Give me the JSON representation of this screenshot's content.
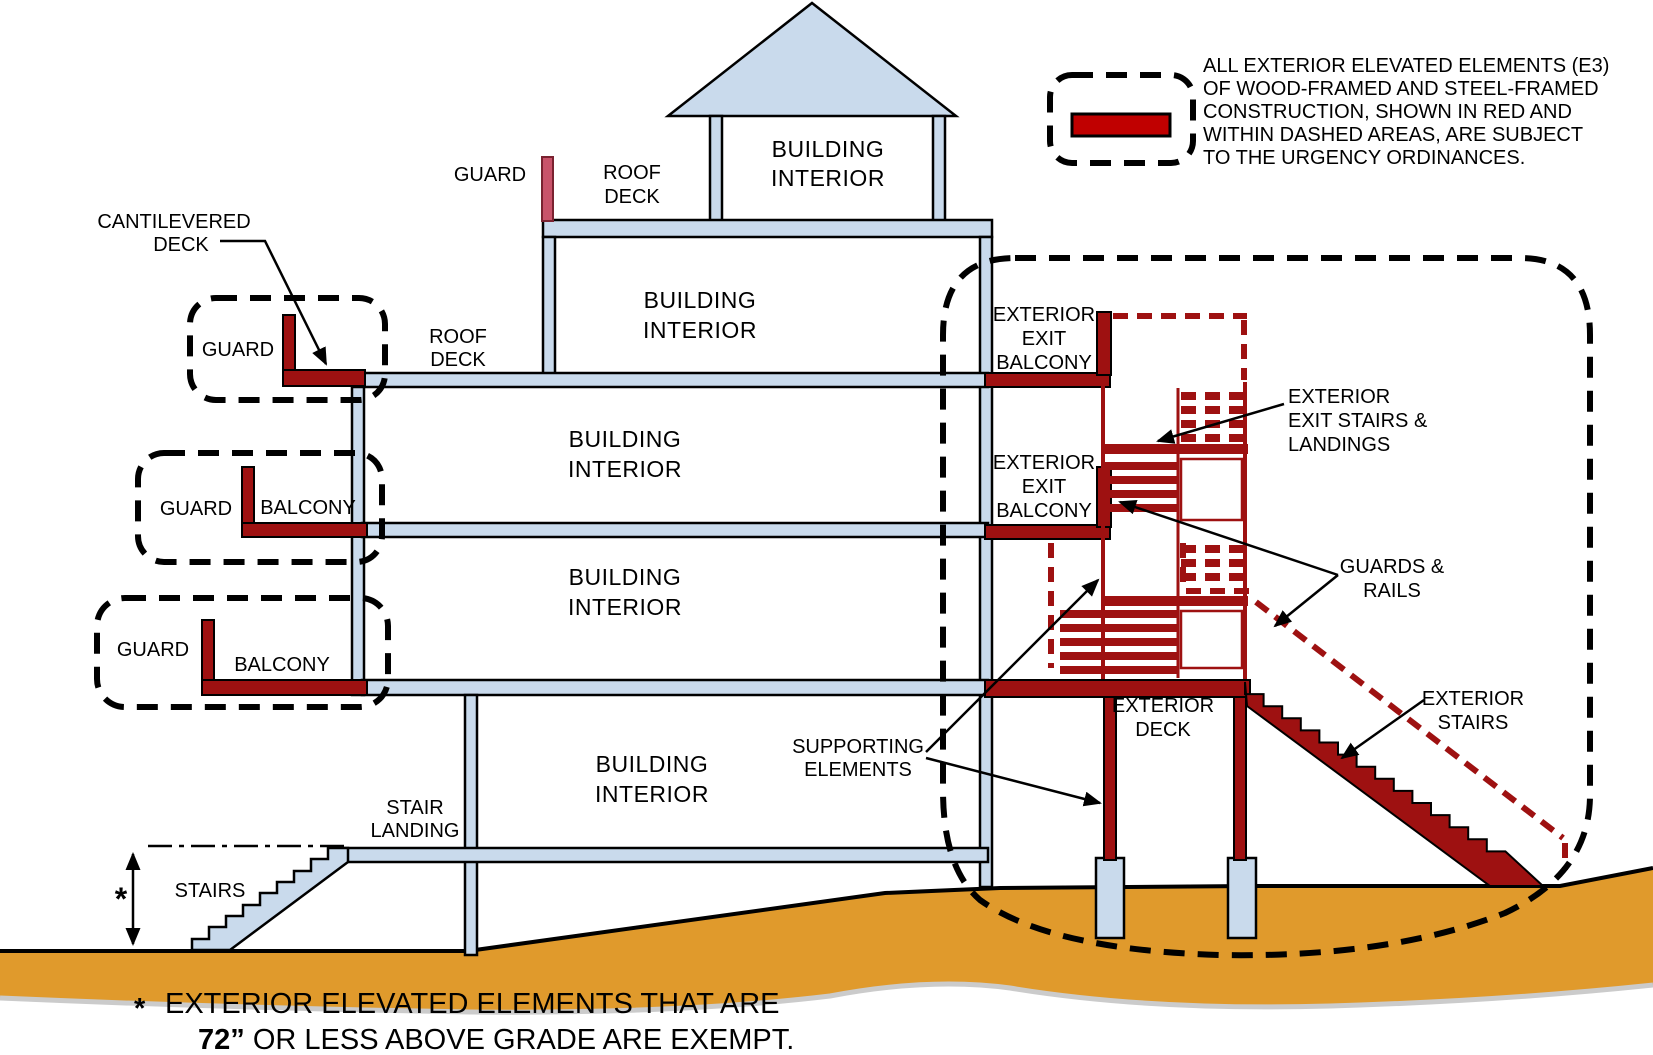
{
  "diagram": {
    "legend": {
      "swatch_color": "#C00000",
      "lines": [
        "ALL EXTERIOR ELEVATED ELEMENTS (E3)",
        "OF WOOD-FRAMED AND STEEL-FRAMED",
        "CONSTRUCTION, SHOWN IN RED AND",
        "WITHIN DASHED AREAS, ARE SUBJECT",
        "TO THE URGENCY ORDINANCES."
      ]
    },
    "labels": {
      "building_interior": [
        "BUILDING",
        "INTERIOR"
      ],
      "roof_deck": [
        "ROOF",
        "DECK"
      ],
      "guard": "GUARD",
      "balcony": "BALCONY",
      "cantilevered_deck": [
        "CANTILEVERED",
        "DECK"
      ],
      "stair_landing": [
        "STAIR",
        "LANDING"
      ],
      "stairs": "STAIRS",
      "exterior_exit_balcony": [
        "EXTERIOR",
        "EXIT",
        "BALCONY"
      ],
      "exterior_exit_stairs_landings": [
        "EXTERIOR",
        "EXIT STAIRS &",
        "LANDINGS"
      ],
      "guards_rails": [
        "GUARDS &",
        "RAILS"
      ],
      "exterior_deck": [
        "EXTERIOR",
        "DECK"
      ],
      "exterior_stairs": [
        "EXTERIOR",
        "STAIRS"
      ],
      "supporting_elements": [
        "SUPPORTING",
        "ELEMENTS"
      ],
      "height_marker": "*"
    },
    "footnote": {
      "marker": "*",
      "line1": "EXTERIOR ELEVATED ELEMENTS THAT ARE",
      "line2_bold": "72”",
      "line2_rest": " OR LESS ABOVE GRADE ARE EXEMPT."
    },
    "colors": {
      "element_red": "#9E1111",
      "legend_red": "#C00000",
      "structure_blue": "#C9DAEC",
      "ground_orange": "#E09A2C",
      "roof_guard_pink": "#C9536A"
    }
  }
}
